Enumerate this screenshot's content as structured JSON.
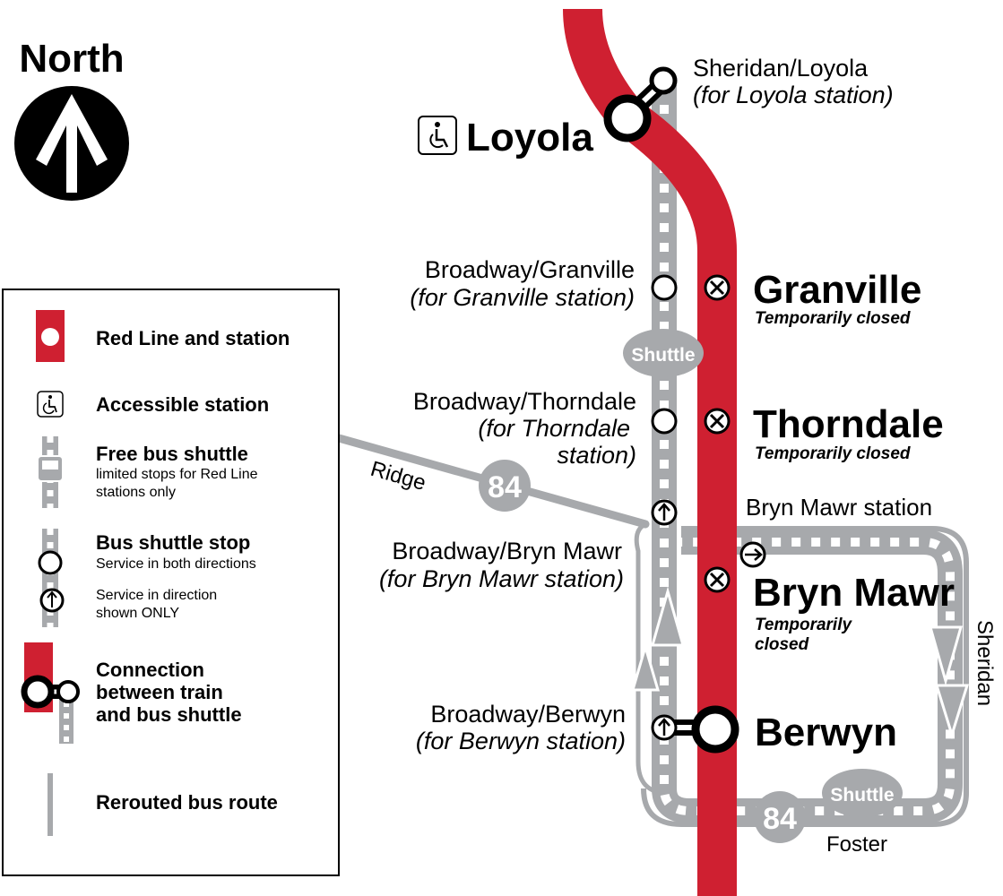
{
  "compass": {
    "label": "North"
  },
  "colors": {
    "red_line": "#cf2031",
    "shuttle_grey": "#a7a9ac",
    "text": "#111111"
  },
  "stations": {
    "loyola": {
      "name": "Loyola",
      "accessible": true
    },
    "granville": {
      "name": "Granville",
      "status": "Temporarily closed"
    },
    "thorndale": {
      "name": "Thorndale",
      "status": "Temporarily closed"
    },
    "bryn_mawr": {
      "name": "Bryn Mawr",
      "status_line1": "Temporarily",
      "status_line2": "closed"
    },
    "berwyn": {
      "name": "Berwyn"
    }
  },
  "bus_stops": {
    "sheridan_loyola": {
      "name": "Sheridan/Loyola",
      "note": "(for Loyola station)"
    },
    "broadway_granville": {
      "name": "Broadway/Granville",
      "note": "(for Granville station)"
    },
    "broadway_thorndale": {
      "name": "Broadway/Thorndale",
      "note_line1": "(for Thorndale",
      "note_line2": "station)"
    },
    "bryn_mawr_station": {
      "name": "Bryn Mawr station"
    },
    "broadway_bryn_mawr": {
      "name": "Broadway/Bryn Mawr",
      "note": "(for Bryn Mawr station)"
    },
    "broadway_berwyn": {
      "name": "Broadway/Berwyn",
      "note": "(for Berwyn station)"
    }
  },
  "streets": {
    "ridge": "Ridge",
    "sheridan": "Sheridan",
    "foster": "Foster"
  },
  "route_badges": {
    "ridge": "84",
    "foster": "84"
  },
  "shuttle_labels": {
    "upper": "Shuttle",
    "lower": "Shuttle"
  },
  "legend": {
    "red_line": "Red Line and station",
    "accessible": "Accessible station",
    "shuttle_title": "Free bus shuttle",
    "shuttle_sub1": "limited stops for Red Line",
    "shuttle_sub2": "stations only",
    "stop_title": "Bus shuttle stop",
    "stop_sub": "Service in both directions",
    "dir_sub1": "Service in direction",
    "dir_sub2": "shown ONLY",
    "connection1": "Connection",
    "connection2": "between train",
    "connection3": "and bus shuttle",
    "rerouted": "Rerouted bus route"
  }
}
